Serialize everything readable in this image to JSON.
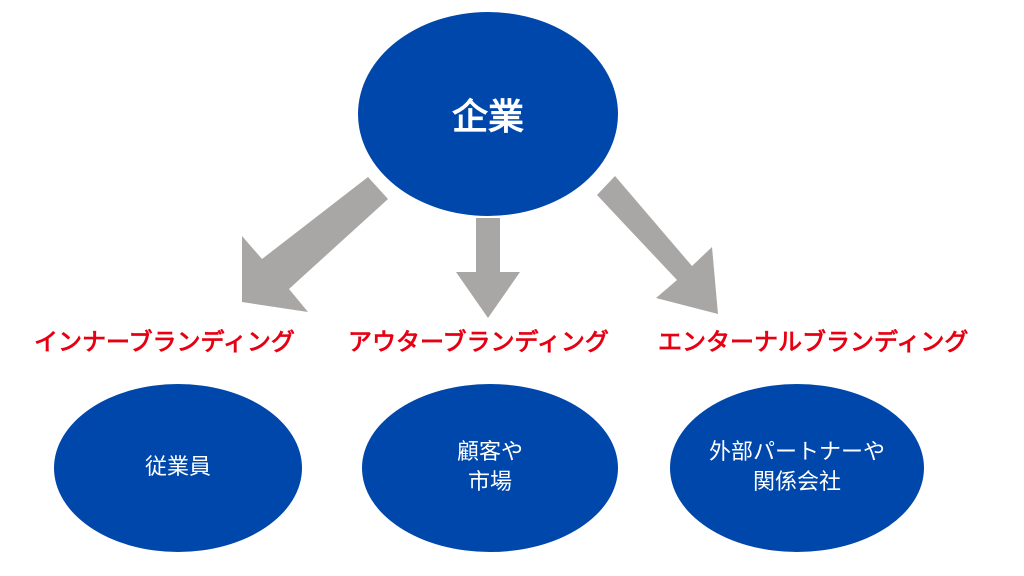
{
  "colors": {
    "node_fill": "#0047AB",
    "node_text": "#FFFFFF",
    "arrow": "#A9A6A6",
    "category_text": "#E60012",
    "background": "#FFFFFF"
  },
  "top_node": {
    "label": "企業"
  },
  "categories": [
    {
      "label": "インナーブランディング"
    },
    {
      "label": "アウターブランディング"
    },
    {
      "label": "エンターナルブランディング"
    }
  ],
  "targets": [
    {
      "lines": [
        "従業員"
      ]
    },
    {
      "lines": [
        "顧客や",
        "市場"
      ]
    },
    {
      "lines": [
        "外部パートナーや",
        "関係会社"
      ]
    }
  ],
  "arrows": [
    {
      "from": "企業",
      "to": "インナーブランディング"
    },
    {
      "from": "企業",
      "to": "アウターブランディング"
    },
    {
      "from": "企業",
      "to": "エンターナルブランディング"
    }
  ]
}
